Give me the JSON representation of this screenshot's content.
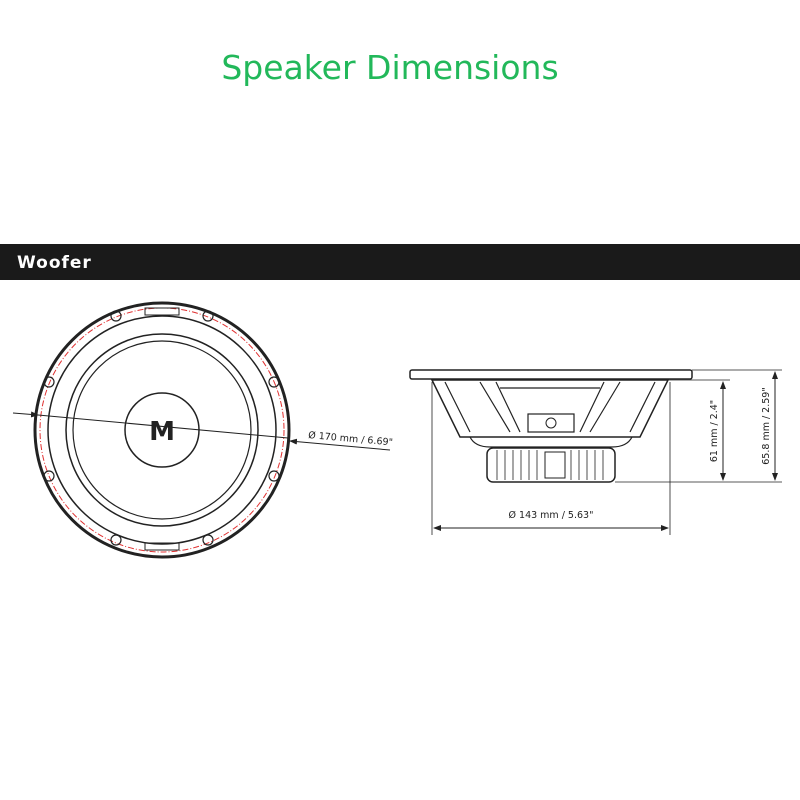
{
  "title": "Speaker Dimensions",
  "section": "Woofer",
  "front_view": {
    "diameter_label": "Ø 170 mm / 6.69\""
  },
  "side_view": {
    "width_label": "Ø 143 mm / 5.63\"",
    "depth_label": "61 mm / 2.4\"",
    "total_height_label": "65.8 mm / 2.59\""
  },
  "colors": {
    "title": "#22b85a",
    "banner": "#1a1a1a",
    "mounting_circle": "#e03030"
  }
}
